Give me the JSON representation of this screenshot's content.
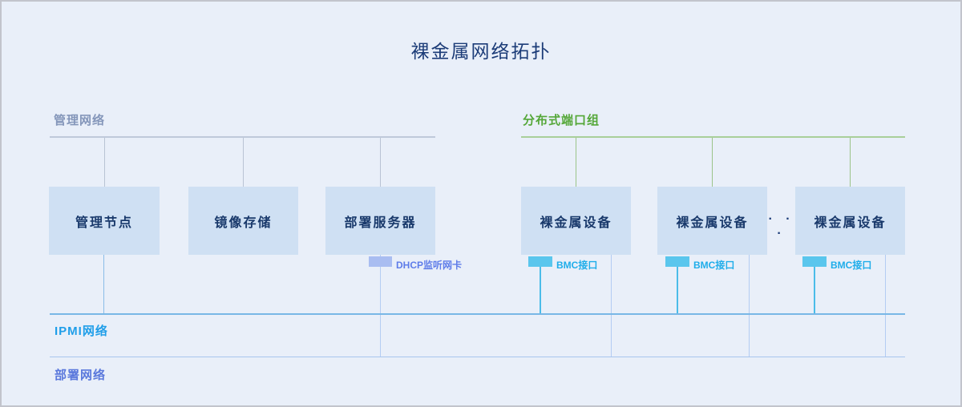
{
  "title": "裸金属网络拓扑",
  "management_network": {
    "label": "管理网络",
    "nodes": [
      {
        "label": "管理节点"
      },
      {
        "label": "镜像存储"
      },
      {
        "label": "部署服务器",
        "nic_label": "DHCP监听网卡"
      }
    ]
  },
  "distributed_port_group": {
    "label": "分布式端口组",
    "ellipsis": "· · ·",
    "devices": [
      {
        "label": "裸金属设备",
        "port_label": "BMC接口"
      },
      {
        "label": "裸金属设备",
        "port_label": "BMC接口"
      },
      {
        "label": "裸金属设备",
        "port_label": "BMC接口"
      }
    ]
  },
  "ipmi_network": {
    "label": "IPMI网络"
  },
  "deployment_network": {
    "label": "部署网络"
  },
  "colors": {
    "background": "#e9eff9",
    "node_fill": "#cfe0f3",
    "node_text": "#19396b",
    "title_text": "#1c3c78",
    "management_label": "#8496ba",
    "management_line": "#bfc9da",
    "port_group_label": "#54a738",
    "port_group_line": "#a9cf9a",
    "ipmi_line": "#79b7e6",
    "ipmi_label": "#1f9ee9",
    "deployment_line": "#a9c6ee",
    "deployment_label": "#5a78dc",
    "bmc_chip": "#5ac6ed",
    "bmc_label": "#1fadea",
    "dhcp_chip": "#a9bdf1",
    "dhcp_label": "#5e7ce9"
  }
}
